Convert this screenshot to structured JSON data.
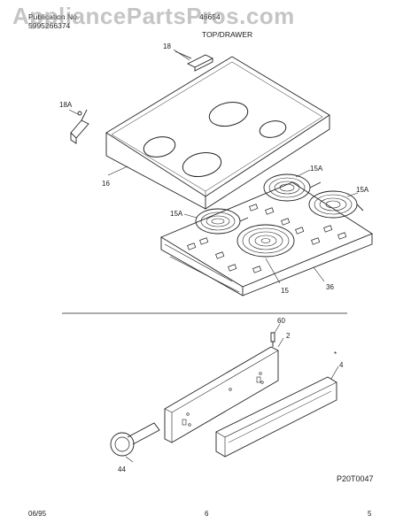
{
  "header": {
    "publication_label": "Publication No.",
    "publication_number": "5995266374",
    "model": "46654",
    "section_title": "TOP/DRAWER"
  },
  "watermark": "AppliancePartsPros.com",
  "callouts": {
    "c18": "18",
    "c18a": "18A",
    "c16": "16",
    "c15a_top": "15A",
    "c15a_right": "15A",
    "c15a_left": "15A",
    "c15": "15",
    "c36": "36",
    "c60": "60",
    "c2": "2",
    "c4": "4",
    "c44": "44",
    "star": "*"
  },
  "diagram_code": "P20T0047",
  "footer": {
    "date": "06/95",
    "page": "6",
    "code": "5"
  }
}
